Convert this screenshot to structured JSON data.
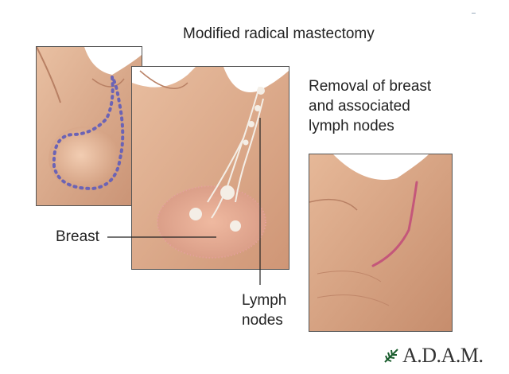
{
  "title": "Modified radical mastectomy",
  "caption_lines": [
    "Removal of breast",
    "and associated",
    "lymph nodes"
  ],
  "labels": {
    "breast": "Breast",
    "lymph_line1": "Lymph",
    "lymph_line2": "nodes"
  },
  "logo": {
    "text": "A.D.A.M.",
    "icon": "fern-leaf-icon"
  },
  "colors": {
    "skin": "#e6b898",
    "skin_shadow": "#c98f6e",
    "incision_dots": "#6b63b5",
    "scar": "#c4577a",
    "lymph": "#f2ece4"
  }
}
